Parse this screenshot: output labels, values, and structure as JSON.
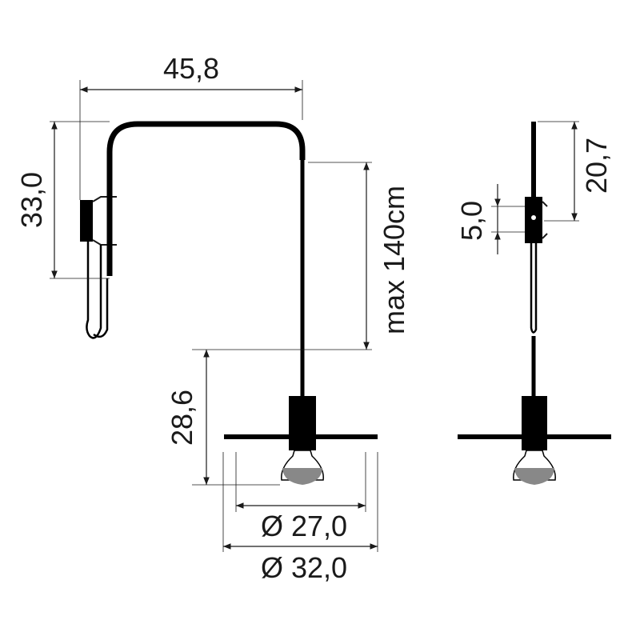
{
  "dimensions": {
    "arm_width": "45,8",
    "arm_height": "33,0",
    "cable_length": "max 140cm",
    "lamp_height": "28,6",
    "inner_diameter": "Ø 27,0",
    "outer_diameter": "Ø 32,0",
    "side_height": "20,7",
    "bracket_height": "5,0"
  },
  "colors": {
    "line": "#000000",
    "bulb_lower": "#888888",
    "background": "#ffffff"
  }
}
